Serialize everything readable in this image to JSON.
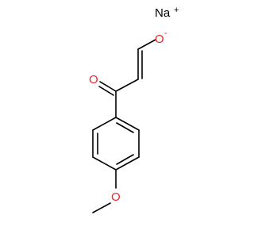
{
  "molecule": {
    "atoms": {
      "counterion": "Na",
      "counterion_charge": "+",
      "oxide": "O",
      "oxide_charge": "-",
      "carbonyl_oxygen": "O",
      "ether_oxygen": "O"
    },
    "colors": {
      "bond": "#000000",
      "oxygen": "#e8262b",
      "sodium": "#000000",
      "background": "#ffffff"
    }
  }
}
